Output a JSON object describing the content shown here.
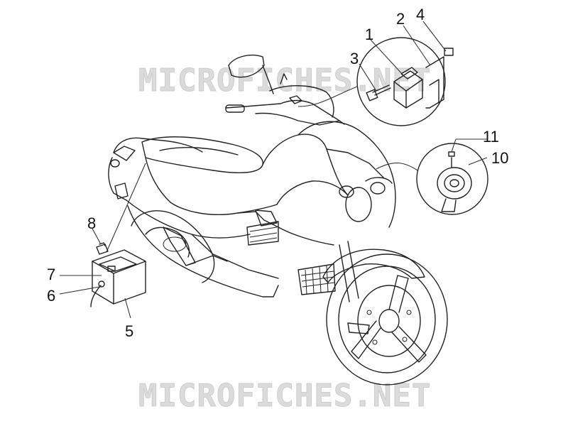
{
  "watermark": {
    "text": "MICROFICHES.NET",
    "color": "#c8c8c8"
  },
  "callouts": [
    {
      "id": "1",
      "label": "1"
    },
    {
      "id": "2",
      "label": "2"
    },
    {
      "id": "3",
      "label": "3"
    },
    {
      "id": "4",
      "label": "4"
    },
    {
      "id": "5",
      "label": "5"
    },
    {
      "id": "6",
      "label": "6"
    },
    {
      "id": "7",
      "label": "7"
    },
    {
      "id": "8",
      "label": "8"
    },
    {
      "id": "10",
      "label": "10"
    },
    {
      "id": "11",
      "label": "11"
    }
  ],
  "colors": {
    "line": "#222222",
    "background": "#ffffff"
  }
}
